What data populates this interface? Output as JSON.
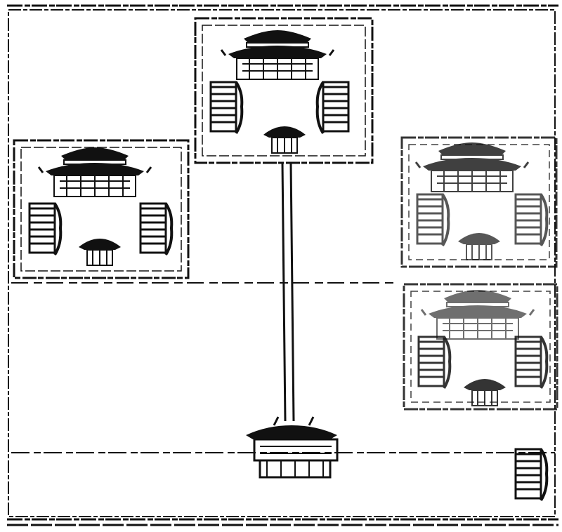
{
  "page": {
    "kind": "woodblock architectural plan illustration",
    "ink_color": "#111111",
    "paper_color": "#ffffff"
  },
  "compounds": [
    {
      "id": "top-center",
      "icon": "temple-compound-icon"
    },
    {
      "id": "left",
      "icon": "temple-compound-icon"
    },
    {
      "id": "right-upper",
      "icon": "temple-compound-icon"
    },
    {
      "id": "right-lower",
      "icon": "temple-compound-icon"
    }
  ],
  "features": {
    "axis": "causeway-icon",
    "gate": "gate-pavilion-icon",
    "side_building": "side-hall-icon"
  }
}
